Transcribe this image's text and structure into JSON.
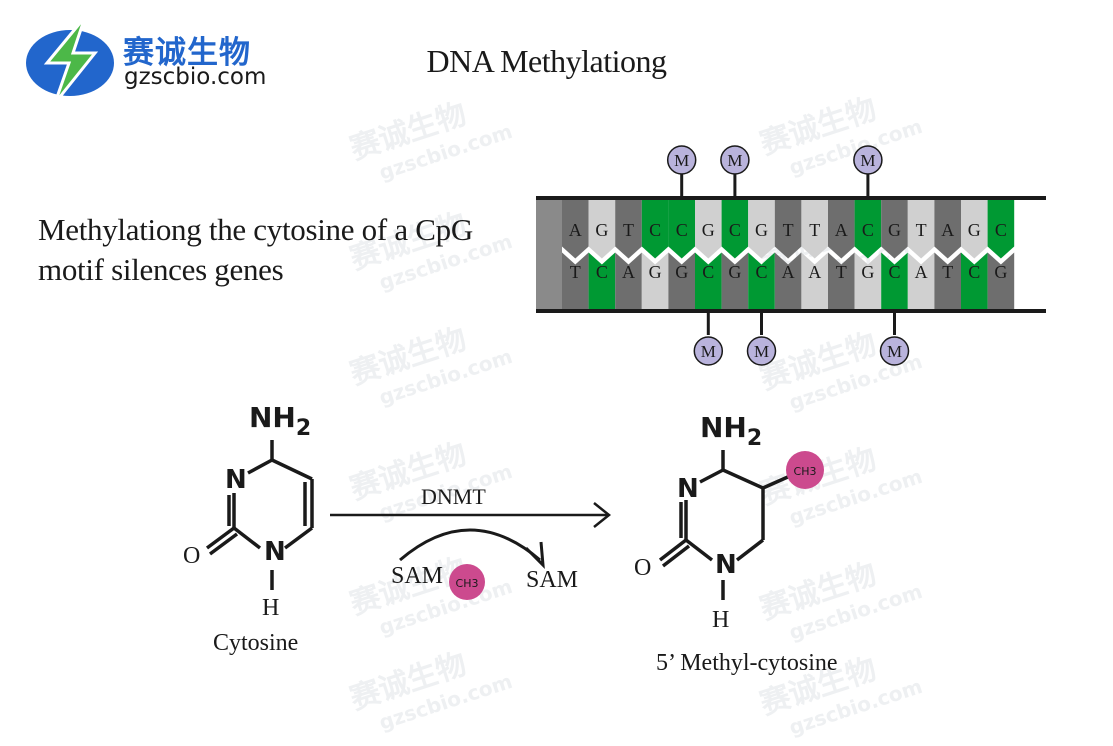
{
  "brand": {
    "name": "赛诚生物",
    "url": "gzscbio.com",
    "logo_colors": {
      "green": "#4cb848",
      "blue": "#2266cc"
    }
  },
  "title": "DNA Methylationg",
  "subtitle": {
    "line1": "Methylationg the cytosine of a CpG",
    "line2": "motif  silences genes"
  },
  "dna": {
    "top_strand": [
      "A",
      "G",
      "T",
      "C",
      "C",
      "G",
      "C",
      "G",
      "T",
      "T",
      "A",
      "C",
      "G",
      "T",
      "A",
      "G",
      "C"
    ],
    "bottom_strand": [
      "T",
      "C",
      "A",
      "G",
      "G",
      "C",
      "G",
      "C",
      "A",
      "A",
      "T",
      "G",
      "C",
      "A",
      "T",
      "C",
      "G"
    ],
    "methyl_mark_label": "M",
    "methylated_top_indices": [
      4,
      6,
      11
    ],
    "methylated_bottom_indices": [
      5,
      7,
      12
    ],
    "colors": {
      "cytosine": "#009933",
      "dark": "#6e6e6e",
      "light": "#d0d0d0",
      "mark_fill": "#b9b3dc"
    }
  },
  "reaction": {
    "nh2_label": "NH",
    "nh2_sub": "2",
    "ring_n": "N",
    "o_label": "O",
    "h_label": "H",
    "reactant_name": "Cytosine",
    "enzyme": "DNMT",
    "sam_in": "SAM",
    "sam_out": "SAM",
    "methyl_group": "CH3",
    "product_name": "5’ Methyl-cytosine",
    "methyl_color": "#cc4a8e"
  },
  "watermark": {
    "cn": "赛诚生物",
    "url": "gzscbio.com"
  }
}
